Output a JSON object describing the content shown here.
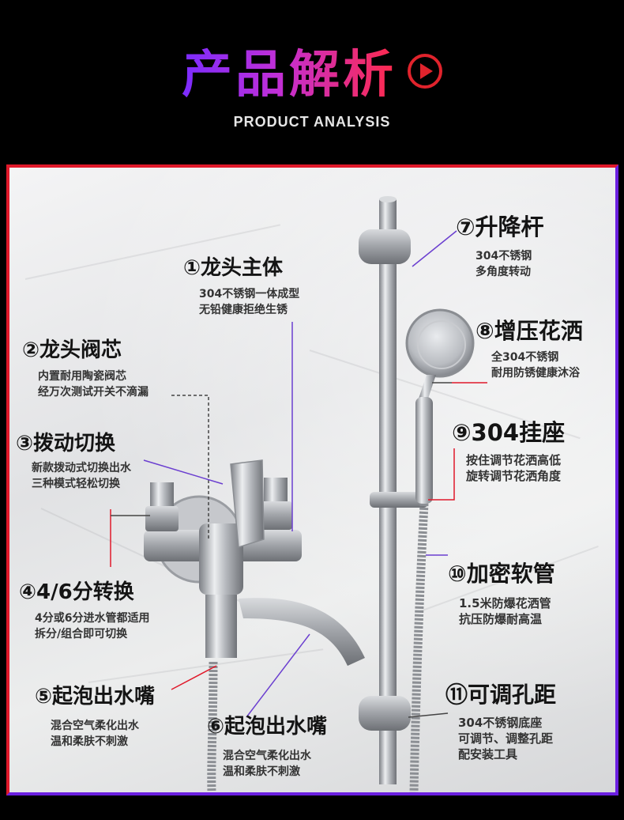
{
  "header": {
    "title": "产品解析",
    "subtitle": "PRODUCT ANALYSIS"
  },
  "colors": {
    "accent_red": "#e0192a",
    "accent_purple": "#6b1fe0",
    "background": "#000000"
  },
  "callouts": [
    {
      "id": "c1",
      "title": "①龙头主体",
      "desc": [
        "304不锈钢一体成型",
        "无铅健康拒绝生锈"
      ]
    },
    {
      "id": "c2",
      "title": "②龙头阀芯",
      "desc": [
        "内置耐用陶瓷阀芯",
        "经万次测试开关不滴漏"
      ]
    },
    {
      "id": "c3",
      "title": "③拨动切换",
      "desc": [
        "新款拨动式切换出水",
        "三种模式轻松切换"
      ]
    },
    {
      "id": "c4",
      "title": "④4/6分转换",
      "desc": [
        "4分或6分进水管都适用",
        "拆分/组合即可切换"
      ]
    },
    {
      "id": "c5",
      "title": "⑤起泡出水嘴",
      "desc": [
        "混合空气柔化出水",
        "温和柔肤不刺激"
      ]
    },
    {
      "id": "c6",
      "title": "⑥起泡出水嘴",
      "desc": [
        "混合空气柔化出水",
        "温和柔肤不刺激"
      ]
    },
    {
      "id": "c7",
      "title": "⑦升降杆",
      "desc": [
        "304不锈钢",
        "多角度转动"
      ]
    },
    {
      "id": "c8",
      "title": "⑧增压花洒",
      "desc": [
        "全304不锈钢",
        "耐用防锈健康沐浴"
      ]
    },
    {
      "id": "c9",
      "title": "⑨304挂座",
      "desc": [
        "按住调节花洒高低",
        "旋转调节花洒角度"
      ]
    },
    {
      "id": "c10",
      "title": "⑩加密软管",
      "desc": [
        "1.5米防爆花洒管",
        "抗压防爆耐高温"
      ]
    },
    {
      "id": "c11",
      "title": "⑪可调孔距",
      "desc": [
        "304不锈钢底座",
        "可调节、调整孔距",
        "配安装工具"
      ]
    }
  ]
}
